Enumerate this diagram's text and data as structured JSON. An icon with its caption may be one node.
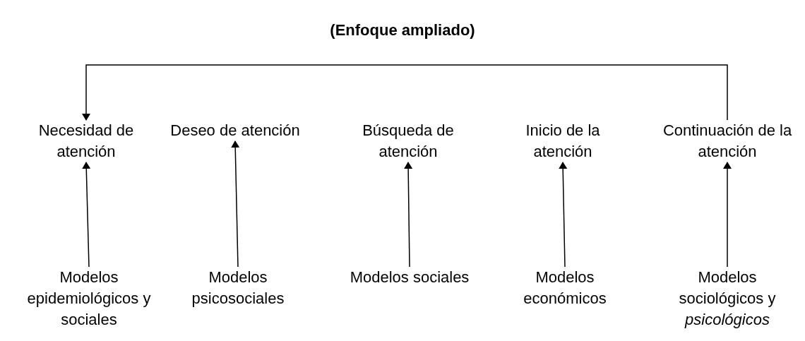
{
  "diagram": {
    "title": "(Enfoque ampliado)",
    "nodes": [
      {
        "text": [
          "Necesidad de atención"
        ]
      },
      {
        "text": [
          "Deseo de atención"
        ]
      },
      {
        "text": [
          "Búsqueda de atención"
        ]
      },
      {
        "text": [
          "Inicio de la atención"
        ]
      },
      {
        "text": [
          "Continuación de la atención"
        ]
      },
      {
        "text": [
          "Modelos epidemiológicos y sociales"
        ]
      },
      {
        "text": [
          "Modelos psicosociales"
        ]
      },
      {
        "text": [
          "Modelos sociales"
        ]
      },
      {
        "text": [
          "Modelos económicos"
        ]
      },
      {
        "text": [
          "Modelos sociológicos y *psicológicos*"
        ]
      }
    ],
    "edges": [
      {
        "from": 4,
        "to": 0,
        "arrow": "to"
      },
      {
        "from": 5,
        "to": 0,
        "arrow": "to"
      },
      {
        "from": 6,
        "to": 1,
        "arrow": "to"
      },
      {
        "from": 7,
        "to": 2,
        "arrow": "to"
      },
      {
        "from": 8,
        "to": 3,
        "arrow": "to"
      },
      {
        "from": 9,
        "to": 4,
        "arrow": "to"
      }
    ]
  }
}
